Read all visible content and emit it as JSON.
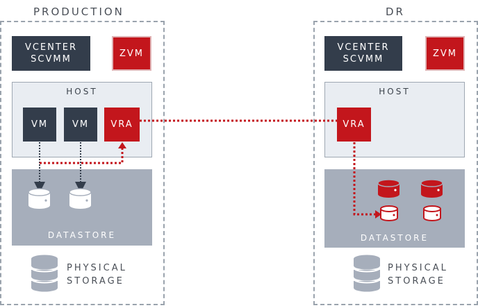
{
  "production": {
    "title": "PRODUCTION",
    "vcenter_line1": "VCENTER",
    "vcenter_line2": "SCVMM",
    "zvm": "ZVM",
    "host": "HOST",
    "vm1": "VM",
    "vm2": "VM",
    "vra": "VRA",
    "datastore": "DATASTORE",
    "physical_line1": "PHYSICAL",
    "physical_line2": "STORAGE"
  },
  "dr": {
    "title": "DR",
    "vcenter_line1": "VCENTER",
    "vcenter_line2": "SCVMM",
    "zvm": "ZVM",
    "host": "HOST",
    "vra": "VRA",
    "datastore": "DATASTORE",
    "physical_line1": "PHYSICAL",
    "physical_line2": "STORAGE"
  },
  "colors": {
    "dark": "#333d4b",
    "red": "#c3161c",
    "host_bg": "#e9edf2",
    "datastore_bg": "#a6aebb",
    "border": "#9aa3ad",
    "storage_icon": "#a6aebb"
  }
}
